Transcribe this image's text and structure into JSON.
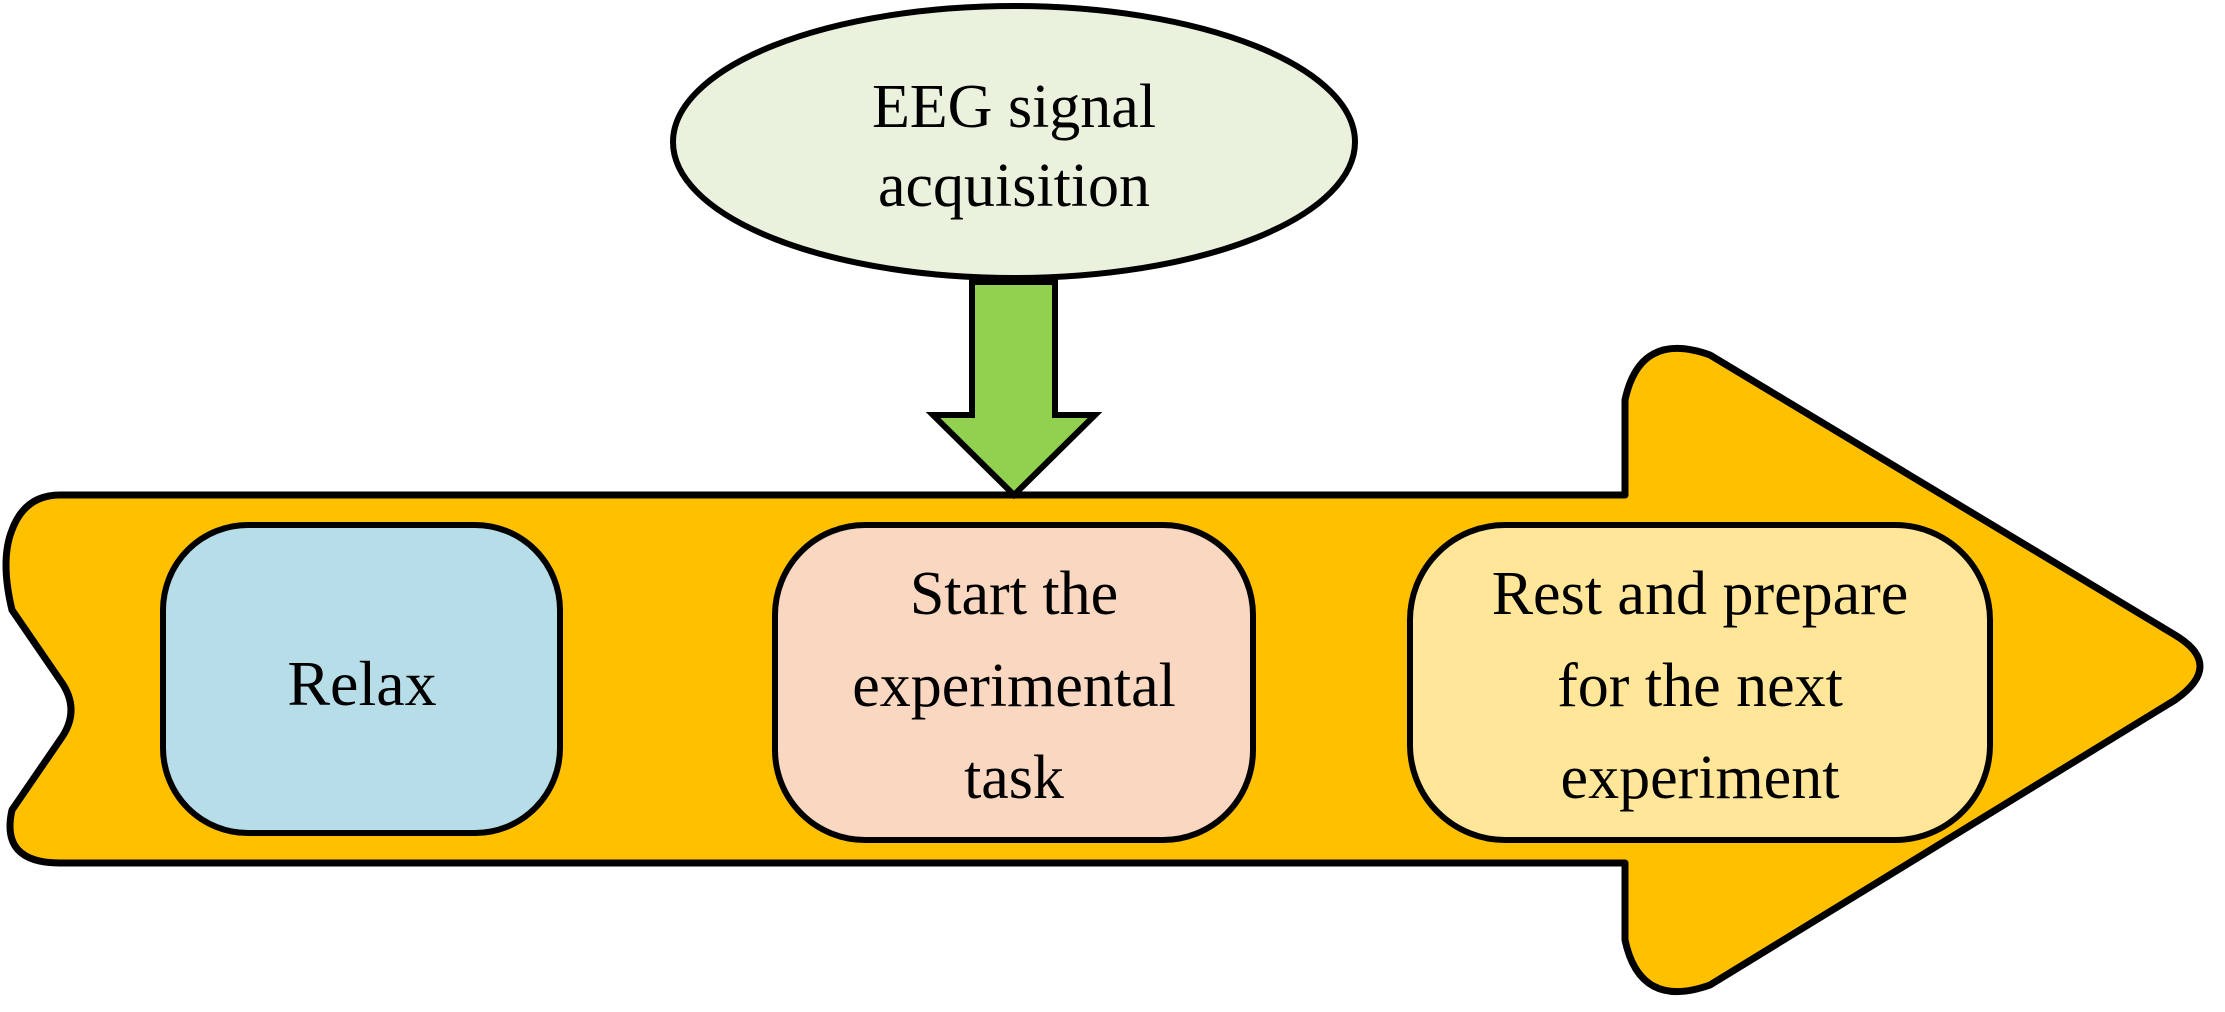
{
  "diagram": {
    "acquisition": {
      "line1": "EEG signal",
      "line2": "acquisition"
    },
    "steps": [
      {
        "lines": [
          "Relax"
        ]
      },
      {
        "lines": [
          "Start the",
          "experimental",
          "task"
        ]
      },
      {
        "lines": [
          "Rest and prepare",
          "for the next",
          "experiment"
        ]
      }
    ]
  },
  "colors": {
    "main_arrow": "#FFC000",
    "acquisition_bubble": "#EAF1DD",
    "down_arrow": "#92D050",
    "step_relax": "#B7DDE8",
    "step_task": "#FAD7C1",
    "step_rest": "#FFE699",
    "outline": "#000000"
  }
}
